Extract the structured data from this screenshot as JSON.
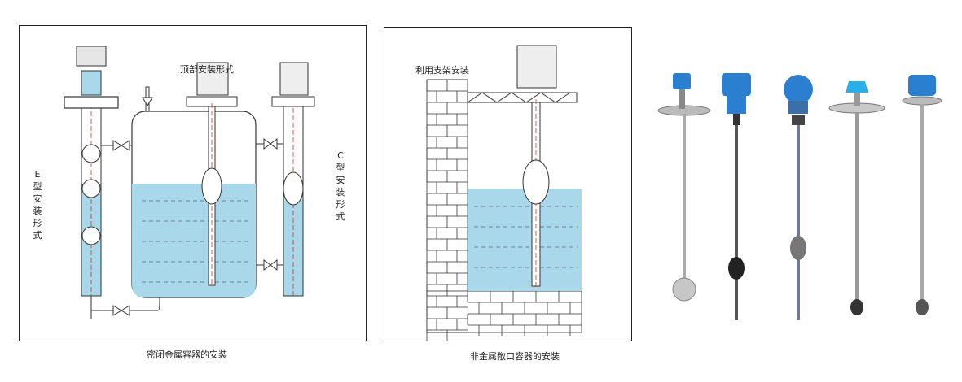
{
  "diagram1": {
    "caption": "密闭金属容器的安装",
    "label_top": "顶部安装形式",
    "label_e": "E型安装形式",
    "label_c": "C型安装形式"
  },
  "diagram2": {
    "caption": "非金属敞口容器的安装",
    "label_bracket": "利用支架安装"
  },
  "colors": {
    "water": "#a9d8ea",
    "device_blue": "#2a7fd0",
    "line": "#333333",
    "dim": "#c0392b"
  }
}
